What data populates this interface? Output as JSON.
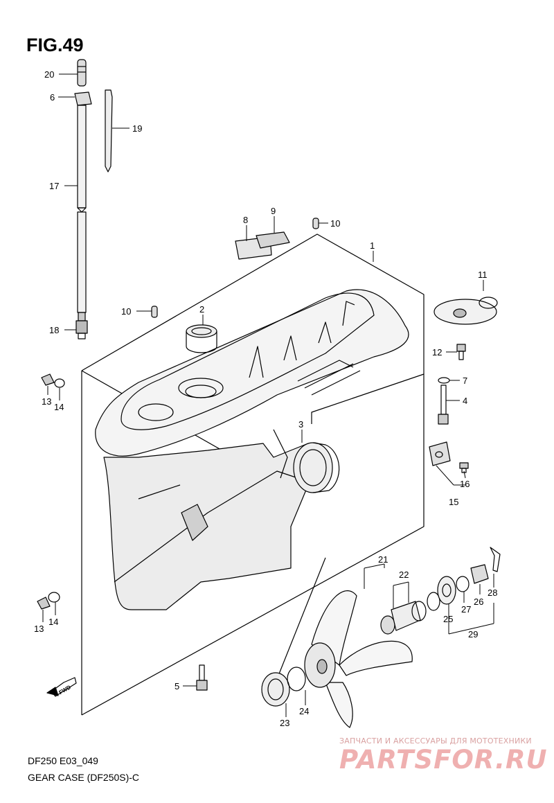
{
  "figure": {
    "title": "FIG.49",
    "model_code": "DF250 E03_049",
    "caption": "GEAR CASE (DF250S)-C"
  },
  "watermark": {
    "tagline": "ЗАПЧАСТИ И АКСЕССУАРЫ ДЛЯ МОТОТЕХНИКИ",
    "brand": "PARTSFOR.RU"
  },
  "fwd_label": "FWD",
  "callouts": {
    "c20": "20",
    "c6": "6",
    "c19": "19",
    "c17": "17",
    "c18": "18",
    "c8": "8",
    "c9": "9",
    "c10a": "10",
    "c1": "1",
    "c10b": "10",
    "c2": "2",
    "c11": "11",
    "c12": "12",
    "c7": "7",
    "c4": "4",
    "c13a": "13",
    "c14a": "14",
    "c3": "3",
    "c16": "16",
    "c15": "15",
    "c21": "21",
    "c22": "22",
    "c28": "28",
    "c26": "26",
    "c25": "25",
    "c27": "27",
    "c29": "29",
    "c13b": "13",
    "c14b": "14",
    "c5": "5",
    "c24": "24",
    "c23": "23"
  }
}
